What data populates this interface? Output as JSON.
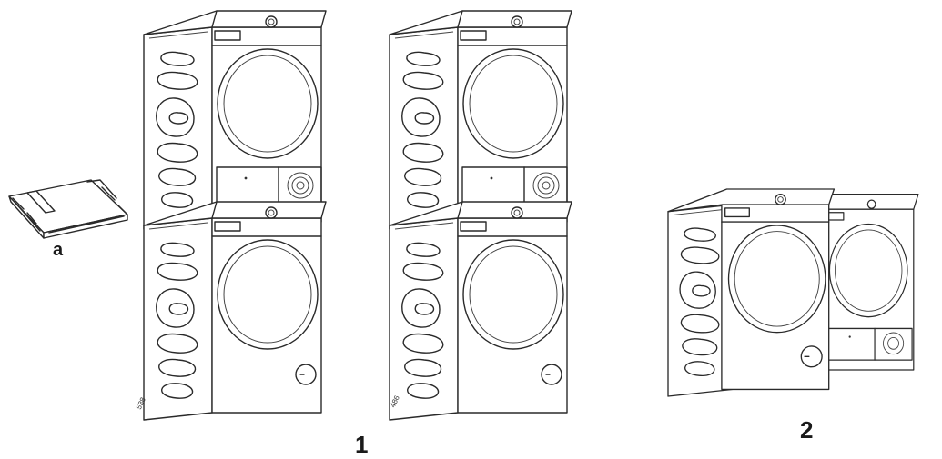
{
  "labels": {
    "item_a": "a",
    "figure_1": "1",
    "figure_2": "2"
  },
  "codes": {
    "stack_left": "538",
    "stack_right": "486"
  }
}
